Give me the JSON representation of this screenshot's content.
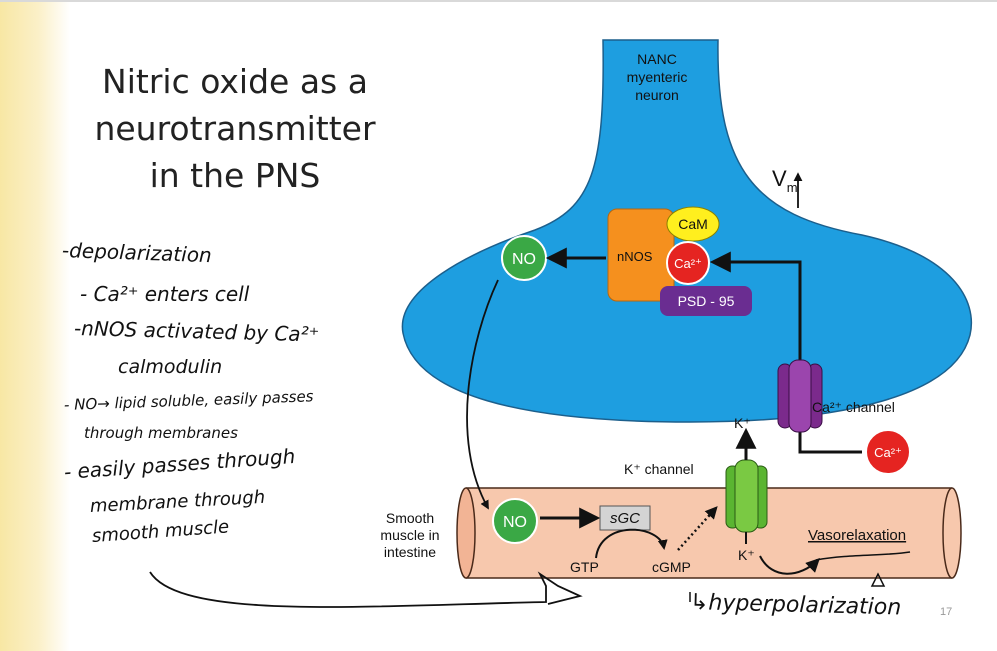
{
  "slide": {
    "title_lines": [
      "Nitric oxide as a",
      "neurotransmitter",
      "in the PNS"
    ],
    "page_number": "17"
  },
  "diagram": {
    "neuron_label_lines": [
      "NANC",
      "myenteric",
      "neuron"
    ],
    "vm_label": "V",
    "vm_subscript": "m",
    "cam": "CaM",
    "nnos": "nNOS",
    "ca_inside": "Ca²⁺",
    "psd95": "PSD - 95",
    "no_neuron": "NO",
    "ca_channel_label": "Ca²⁺ channel",
    "ca_outside": "Ca²⁺",
    "k_above": "K⁺",
    "k_channel_label": "K⁺ channel",
    "smooth_muscle_lines": [
      "Smooth",
      "muscle in",
      "intestine"
    ],
    "no_muscle": "NO",
    "sgc": "sGC",
    "gtp": "GTP",
    "cgmp": "cGMP",
    "k_below": "K⁺",
    "vasorelaxation": "Vasorelaxation"
  },
  "colors": {
    "neuron_blue": "#1e9ee0",
    "nnos_orange": "#f5901e",
    "cam_yellow": "#ffef1e",
    "ca_red": "#e52421",
    "psd_purple": "#6a2d91",
    "no_green": "#3aa845",
    "channel_green": "#5ab531",
    "channel_purple": "#7b2a8c",
    "muscle_peach": "#f7c8ad"
  },
  "handwritten_notes": [
    "-depolarization",
    "- Ca²⁺ enters cell",
    "-nNOS activated by Ca²⁺",
    "calmodulin",
    "- NO→ lipid soluble, easily passes",
    "through membranes",
    "- easily passes through",
    "membrane through",
    "smooth muscle",
    "↳hyperpolarization"
  ]
}
